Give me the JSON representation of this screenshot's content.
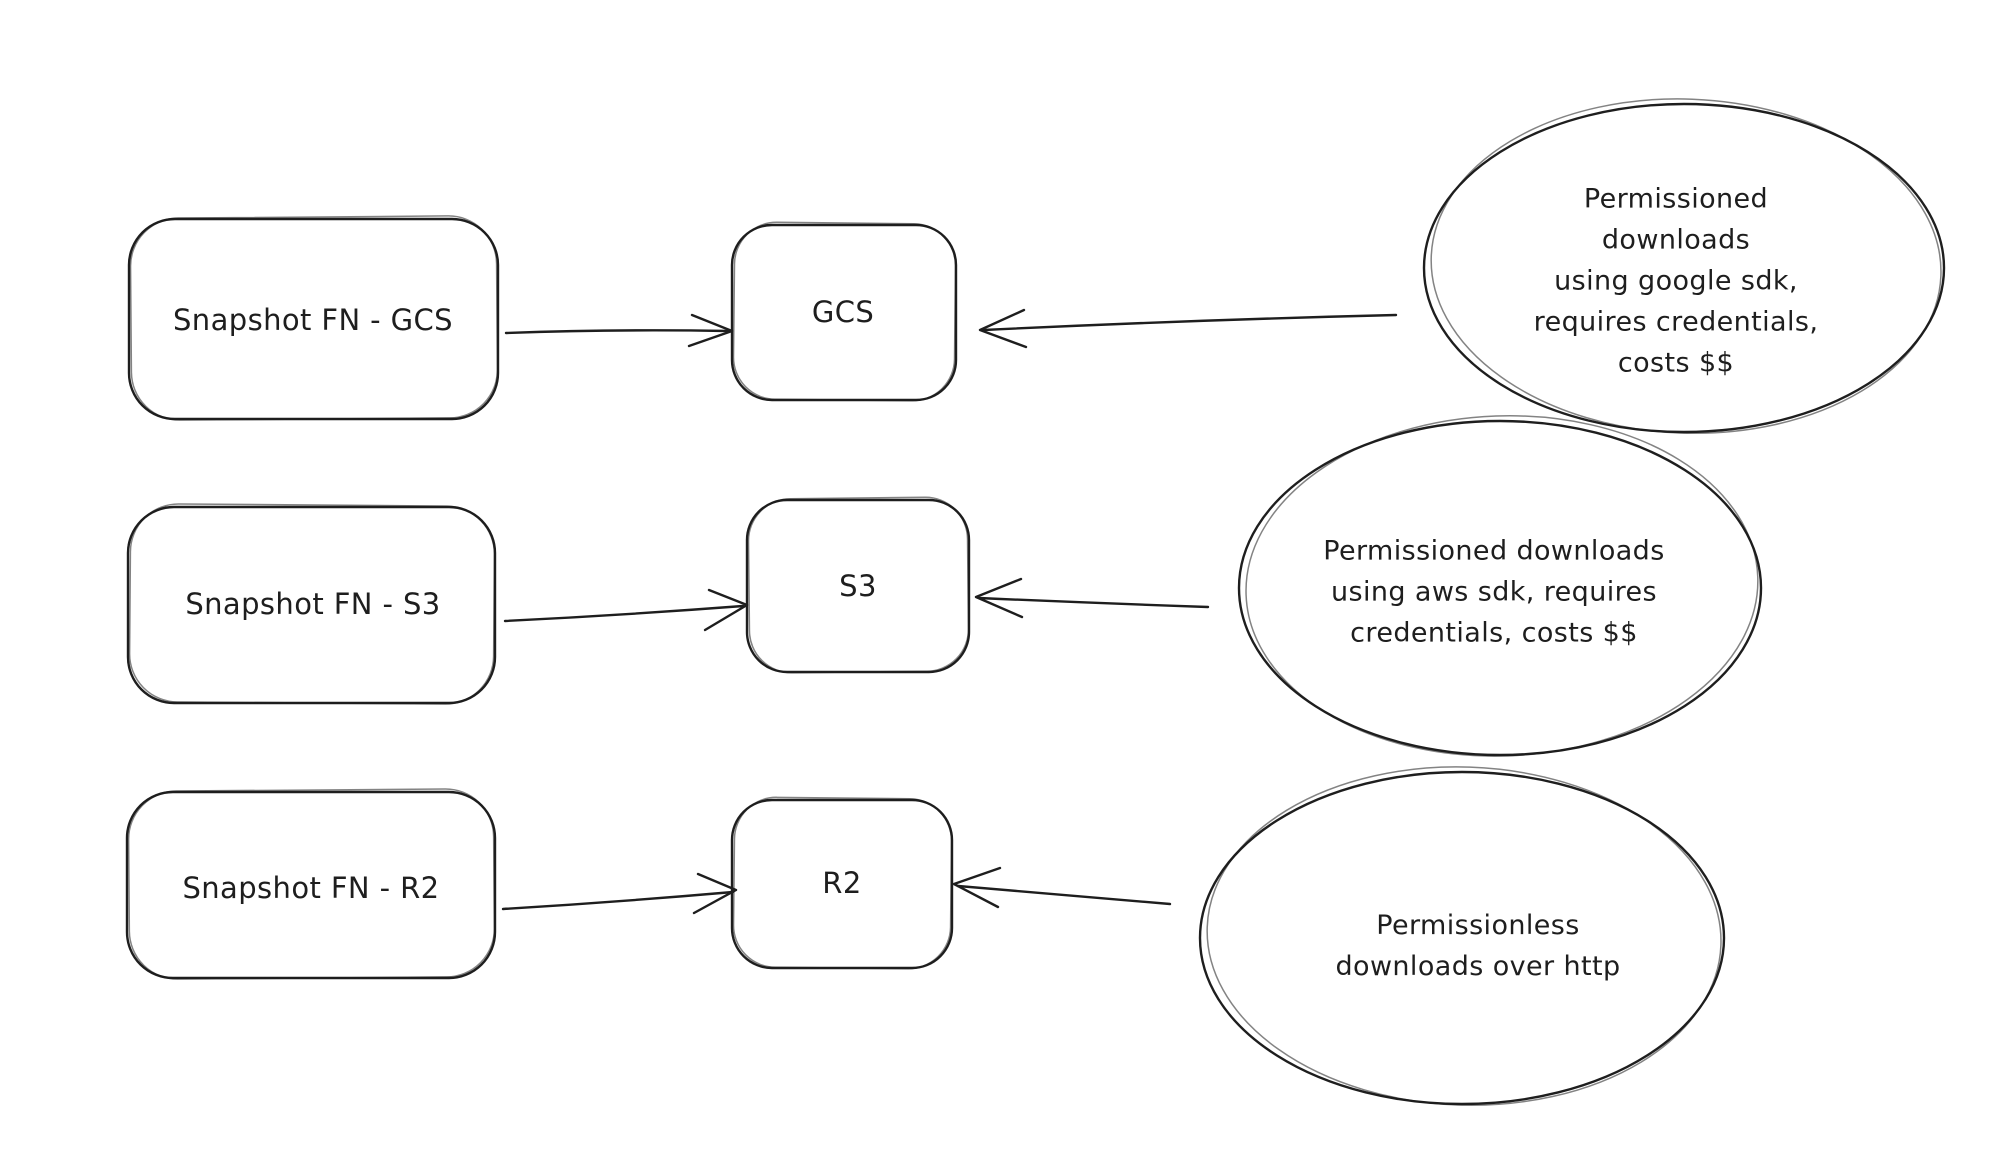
{
  "colors": {
    "background": "#ffffff",
    "stroke": "#1e1e1e",
    "text": "#1e1e1e"
  },
  "rows": [
    {
      "source": "Snapshot FN - GCS",
      "target": "GCS",
      "note": "Permissioned downloads\nusing google sdk,\nrequires credentials,\ncosts $$"
    },
    {
      "source": "Snapshot FN - S3",
      "target": "S3",
      "note": "Permissioned downloads\nusing aws sdk, requires\ncredentials, costs $$"
    },
    {
      "source": "Snapshot FN - R2",
      "target": "R2",
      "note": "Permissionless\ndownloads over http"
    }
  ]
}
